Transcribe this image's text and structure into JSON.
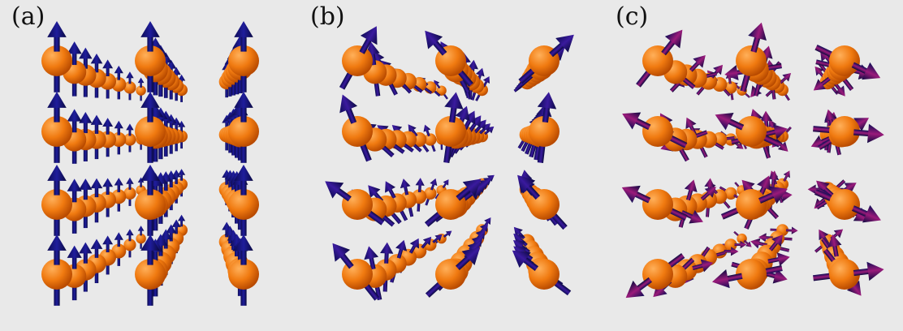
{
  "panels": [
    {
      "id": "a",
      "label": "(a)",
      "arrow_color": "#1f1d9c",
      "description_state": "ferromagnetic-aligned"
    },
    {
      "id": "b",
      "label": "(b)",
      "arrow_color": "#3a1a9e",
      "description_state": "spin-spiral"
    },
    {
      "id": "c",
      "label": "(c)",
      "arrow_color": "#9a1a7a",
      "description_state": "disordered"
    }
  ],
  "colors": {
    "background": "#e9e9e9",
    "sphere_light": "#ffb05a",
    "sphere_mid": "#f07a10",
    "sphere_dark": "#b84a00"
  }
}
